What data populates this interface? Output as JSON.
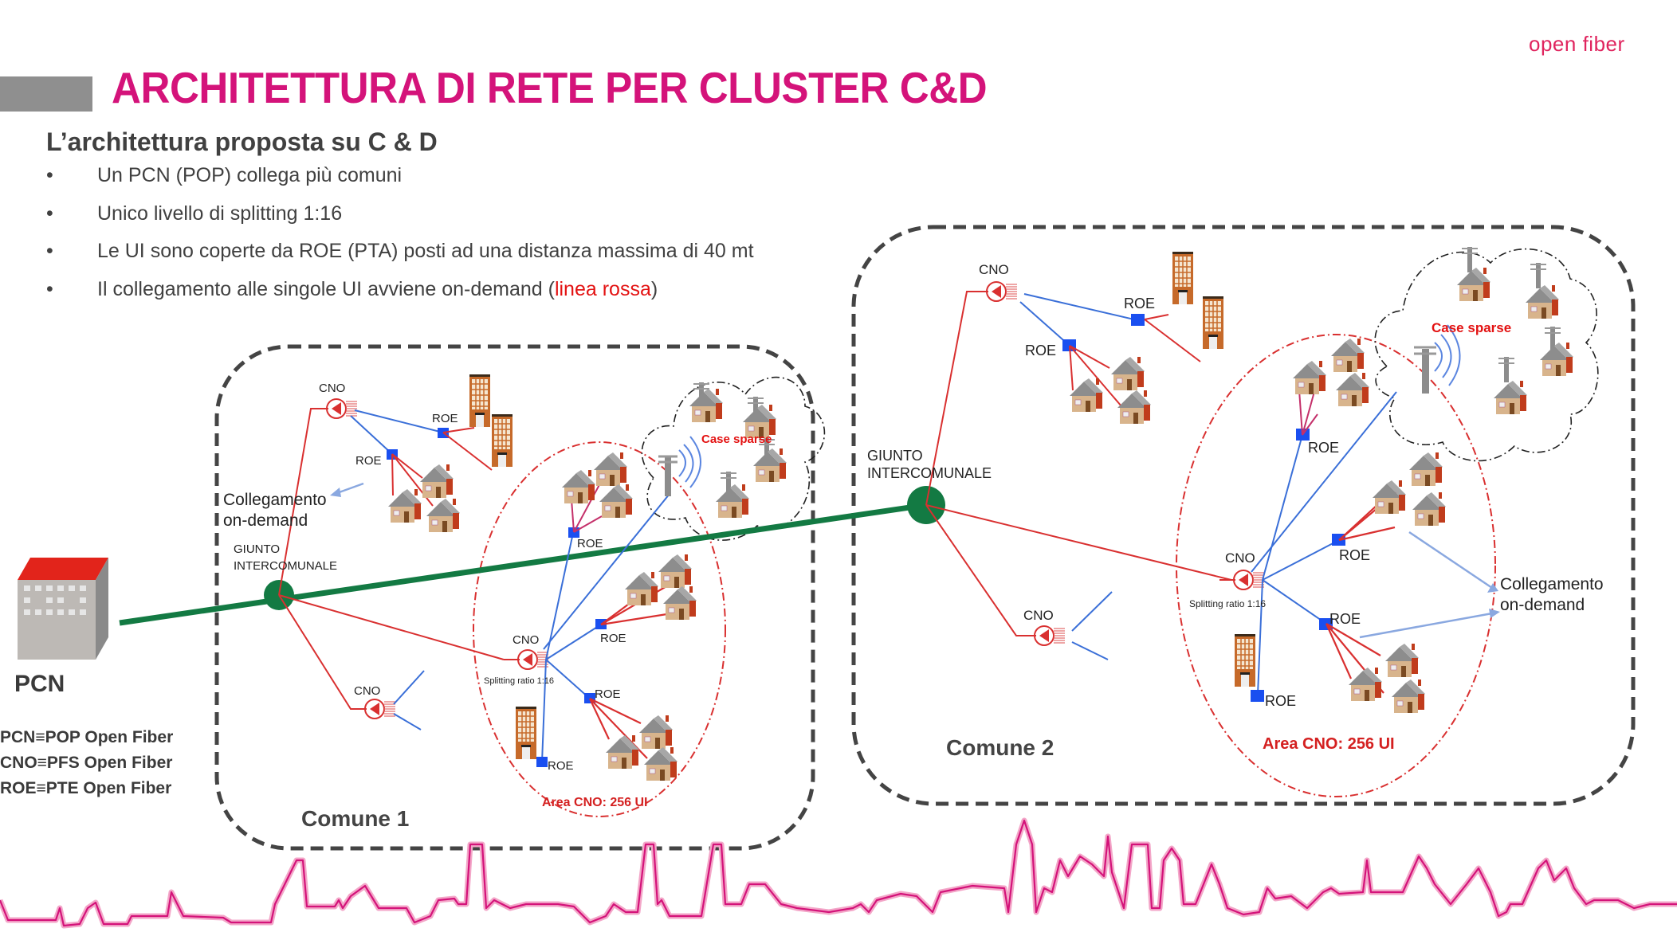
{
  "header": {
    "title": "ARCHITETTURA DI RETE PER CLUSTER C&D",
    "logo_part1": "open",
    "logo_part2": "fiber",
    "brand_color": "#d4137a"
  },
  "intro": {
    "subtitle": "L’architettura proposta su C & D",
    "bullets": [
      {
        "text": "Un PCN (POP) collega più comuni"
      },
      {
        "text": "Unico livello di splitting 1:16"
      },
      {
        "text": "Le UI sono coperte da ROE (PTA) posti ad una distanza massima di 40 mt"
      },
      {
        "text_before": "Il collegamento alle singole UI avviene on-demand (",
        "text_red": "linea rossa",
        "text_after": ")"
      }
    ]
  },
  "diagram": {
    "pcn_label": "PCN",
    "legend": [
      "PCN≡POP Open Fiber",
      "CNO≡PFS Open Fiber",
      "ROE≡PTE Open Fiber"
    ],
    "labels": {
      "cno": "CNO",
      "roe": "ROE",
      "giunto_line1": "GIUNTO",
      "giunto_line2": "INTERCOMUNALE",
      "collegamento_line1": "Collegamento",
      "collegamento_line2": "on-demand",
      "case_sparse": "Case sparse",
      "splitting": "Splitting ratio 1:16",
      "area_cno": "Area CNO: 256 UI"
    },
    "comuni": [
      "Comune 1",
      "Comune 2"
    ],
    "colors": {
      "backbone": "#137a43",
      "drop": "#d93030",
      "distribution": "#3a6fd8",
      "roe": "#1a4ff0",
      "boundary": "#444444",
      "skyline": "#d4137a"
    }
  }
}
